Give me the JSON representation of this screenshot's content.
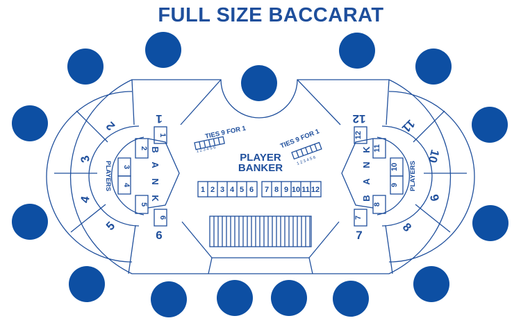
{
  "title": "FULL SIZE BACCARAT",
  "center": {
    "player": "PLAYER",
    "banker": "BANKER"
  },
  "ties": "TIES 9 FOR 1",
  "tie_digits": "1 2 3 4 5 6",
  "players_label": "PLAYERS",
  "bank_letters": [
    "B",
    "A",
    "N",
    "K"
  ],
  "left_positions": [
    "1",
    "2",
    "3",
    "4",
    "5",
    "6"
  ],
  "right_positions": [
    "12",
    "11",
    "10",
    "9",
    "8",
    "7"
  ],
  "left_boxes": [
    "1",
    "2",
    "3",
    "4",
    "5",
    "6"
  ],
  "right_boxes": [
    "12",
    "11",
    "10",
    "9",
    "8",
    "7"
  ],
  "row_left": [
    "1",
    "2",
    "3",
    "4",
    "5",
    "6"
  ],
  "row_right": [
    "7",
    "8",
    "9",
    "10",
    "11",
    "12"
  ]
}
